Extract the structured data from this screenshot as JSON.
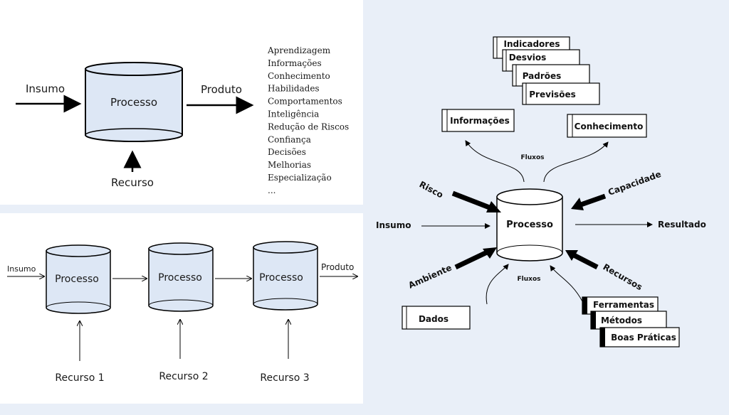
{
  "simple_model": {
    "insumo": "Insumo",
    "processo": "Processo",
    "produto": "Produto",
    "recurso": "Recurso",
    "outputs": [
      "Aprendizagem",
      "Informações",
      "Conhecimento",
      "Habilidades",
      "Comportamentos",
      "Inteligência",
      "Redução de Riscos",
      "Confiança",
      "Decisões",
      "Melhorias",
      "Especialização",
      "..."
    ]
  },
  "chain_model": {
    "insumo": "Insumo",
    "processes": [
      "Processo",
      "Processo",
      "Processo"
    ],
    "produto": "Produto",
    "resources": [
      "Recurso 1",
      "Recurso 2",
      "Recurso 3"
    ]
  },
  "complex_model": {
    "processo": "Processo",
    "insumo": "Insumo",
    "resultado": "Resultado",
    "risco": "Risco",
    "capacidade": "Capacidade",
    "ambiente": "Ambiente",
    "recursos": "Recursos",
    "fluxos_top": "Fluxos",
    "fluxos_bottom": "Fluxos",
    "stack_top": [
      "Indicadores",
      "Desvios",
      "Padrões",
      "Previsões"
    ],
    "informacoes": "Informações",
    "conhecimento": "Conhecimento",
    "dados": "Dados",
    "stack_bottom": [
      "Ferramentas",
      "Métodos",
      "Boas Práticas"
    ]
  },
  "colors": {
    "cylinder_fill": "#dde7f5",
    "panel_bg": "#e9eff8"
  }
}
